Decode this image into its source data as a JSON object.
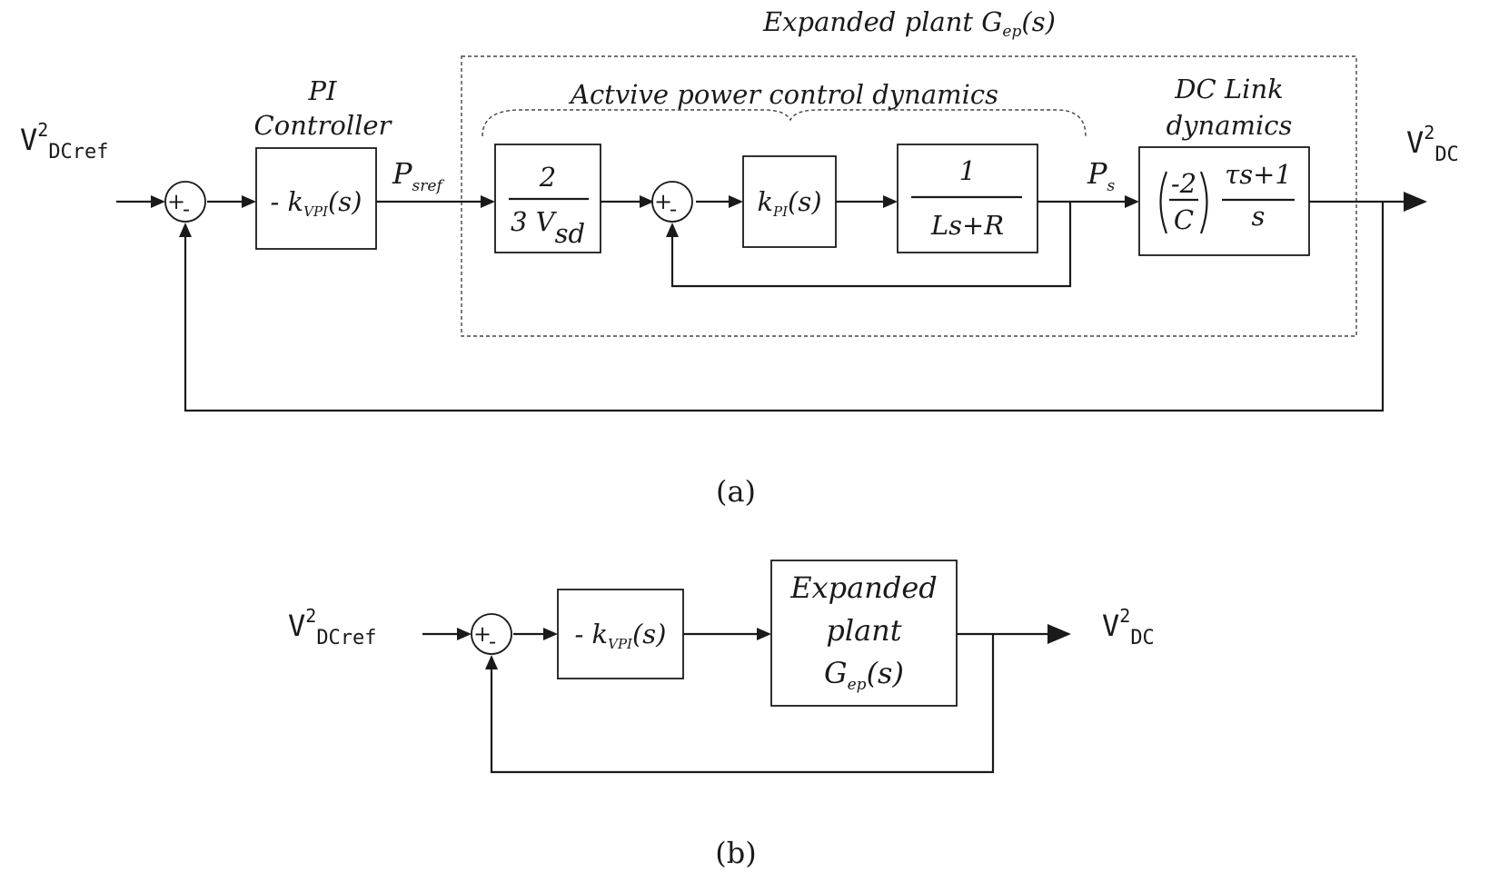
{
  "diagram_a": {
    "expanded_plant_title": "Expanded plant G",
    "expanded_plant_sub": "ep",
    "expanded_plant_tail": "(s)",
    "apc_label": "Actvive power control dynamics",
    "pi_label_1": "PI",
    "pi_label_2": "Controller",
    "dclink_label_1": "DC Link",
    "dclink_label_2": "dynamics",
    "input_V": "V",
    "input_sup": "2",
    "input_sub": "DCref",
    "output_V": "V",
    "output_sup": "2",
    "output_sub": "DC",
    "psref_main": "P",
    "psref_sub": "sref",
    "ps_main": "P",
    "ps_sub": "s",
    "sum_plus": "+",
    "sum_minus": "-",
    "kvpi_prefix": "- k",
    "kvpi_sub": "VPI",
    "kvpi_tail": "(s)",
    "gain_num": "2",
    "gain_den": "3 V",
    "gain_den_sub": "sd",
    "kpi_main": "k",
    "kpi_sub": "PI",
    "kpi_tail": "(s)",
    "plant_num": "1",
    "plant_den": "Ls+R",
    "dc_left_num": "-2",
    "dc_left_den": "C",
    "dc_right_num": "τs+1",
    "dc_right_den": "s",
    "caption": "(a)"
  },
  "diagram_b": {
    "input_V": "V",
    "input_sup": "2",
    "input_sub": "DCref",
    "output_V": "V",
    "output_sup": "2",
    "output_sub": "DC",
    "sum_plus": "+",
    "sum_minus": "-",
    "kvpi_prefix": "- k",
    "kvpi_sub": "VPI",
    "kvpi_tail": "(s)",
    "plant_line1": "Expanded",
    "plant_line2": "plant",
    "plant_line3_main": "G",
    "plant_line3_sub": "ep",
    "plant_line3_tail": "(s)",
    "caption": "(b)"
  }
}
